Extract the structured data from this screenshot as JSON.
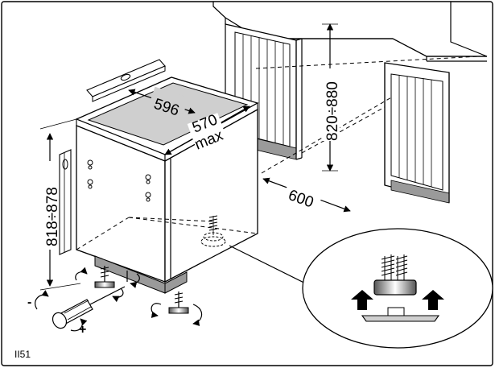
{
  "figure_code": "II51",
  "dimensions": {
    "width": "596",
    "depth_value": "570",
    "depth_unit": "max",
    "height": "818÷878",
    "niche_height": "820÷880",
    "niche_width": "600"
  },
  "signs": {
    "minus": "-",
    "plus": "+"
  },
  "colors": {
    "line": "#000000",
    "panel_shade": "#9a9a9a",
    "worktop_shade": "#cfcfcf",
    "background": "#ffffff"
  }
}
